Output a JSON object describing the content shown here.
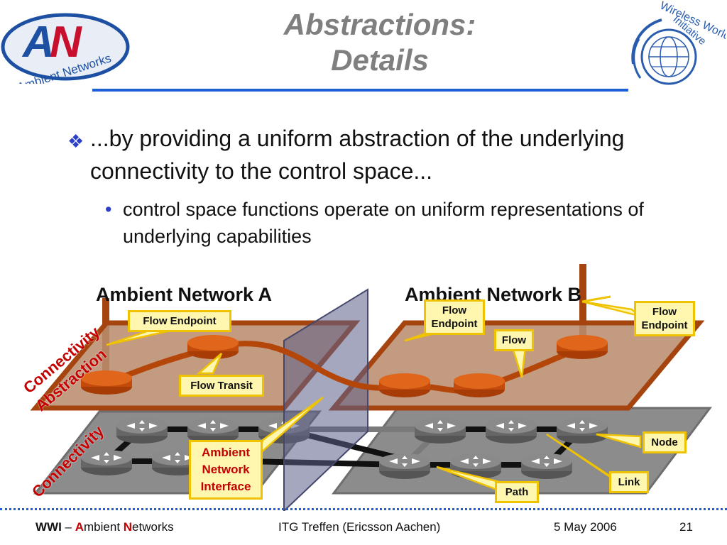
{
  "title": {
    "line1": "Abstractions:",
    "line2": "Details"
  },
  "logos": {
    "left": {
      "name": "Ambient Networks",
      "mark": "AN"
    },
    "right": {
      "text": "Wireless World Initiative"
    }
  },
  "bullets": {
    "level1": "...by providing a uniform abstraction of the underlying connectivity to the control space...",
    "level2": "control space functions operate on uniform representations of underlying capabilities"
  },
  "diagram": {
    "network_a_title": "Ambient Network A",
    "network_b_title": "Ambient Network B",
    "layer_upper_label_1": "Connectivity",
    "layer_upper_label_2": "Abstraction",
    "layer_lower_label": "Connectivity",
    "callouts": {
      "flow_endpoint_a": "Flow Endpoint",
      "flow_transit": "Flow Transit",
      "flow_endpoint_b1": "Flow Endpoint",
      "flow": "Flow",
      "flow_endpoint_b2": "Flow Endpoint",
      "node": "Node",
      "link": "Link",
      "path": "Path",
      "ani": "Ambient Network Interface"
    },
    "colors": {
      "abstraction_plane": "#b98d6f",
      "abstraction_edge": "#a5440e",
      "flow_node": "#d4540e",
      "connectivity_plane": "#8c8c8c",
      "callout_fill": "#fff7b0",
      "callout_border": "#f0c300"
    }
  },
  "footer": {
    "wwi": "WWI",
    "dash": " – ",
    "a": "A",
    "mbient": "mbient ",
    "n": "N",
    "etworks": "etworks",
    "event": "ITG Treffen (Ericsson Aachen)",
    "date": "5 May 2006",
    "page": "21"
  }
}
